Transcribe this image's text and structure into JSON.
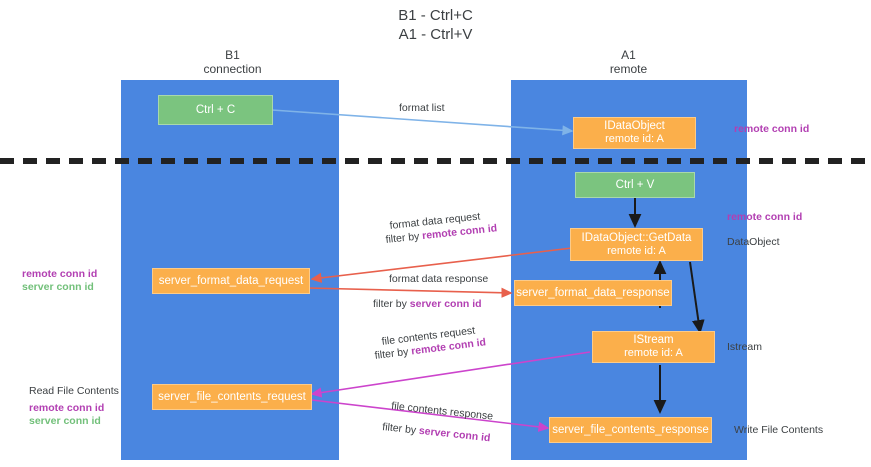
{
  "title": {
    "line1": "B1 - Ctrl+C",
    "line2": "A1 - Ctrl+V"
  },
  "columns": [
    {
      "name": "B1",
      "role": "connection"
    },
    {
      "name": "A1",
      "role": "remote"
    }
  ],
  "nodes": {
    "ctrl_c": {
      "line1": "Ctrl + C",
      "line2": ""
    },
    "idataobject": {
      "line1": "IDataObject",
      "line2": "remote id: A"
    },
    "ctrl_v": {
      "line1": "Ctrl + V",
      "line2": ""
    },
    "idataobject_getdata": {
      "line1": "IDataObject::GetData",
      "line2": "remote id: A"
    },
    "server_format_data_request": {
      "line1": "server_format_data_request",
      "line2": ""
    },
    "server_format_data_response": {
      "line1": "server_format_data_response",
      "line2": ""
    },
    "istream": {
      "line1": "IStream",
      "line2": "remote id: A"
    },
    "server_file_contents_request": {
      "line1": "server_file_contents_request",
      "line2": ""
    },
    "server_file_contents_response": {
      "line1": "server_file_contents_response",
      "line2": ""
    }
  },
  "edge_labels": {
    "format_list": {
      "text": "format list"
    },
    "format_data_request": {
      "text": "format data request"
    },
    "filter_by_remote_1": {
      "prefix": "filter by ",
      "key": "remote conn id"
    },
    "format_data_response": {
      "text": "format data response"
    },
    "filter_by_server_1": {
      "prefix": "filter by ",
      "key": "server conn id"
    },
    "file_contents_request": {
      "text": "file contents request"
    },
    "filter_by_remote_2": {
      "prefix": "filter by ",
      "key": "remote conn id"
    },
    "file_contents_response": {
      "text": "file contents response"
    },
    "filter_by_server_2": {
      "prefix": "filter by ",
      "key": "server conn id"
    }
  },
  "annotations": {
    "right_remote_conn_id_top": "remote conn id",
    "right_remote_conn_id_mid": "remote conn id",
    "right_dataobject": "DataObject",
    "right_istream": "Istream",
    "right_write_file_contents": "Write File Contents",
    "left_remote_conn_id_top": "remote conn id",
    "left_server_conn_id_top": "server conn id",
    "left_read_file_contents": "Read File Contents",
    "left_remote_conn_id_bottom": "remote conn id",
    "left_server_conn_id_bottom": "server conn id"
  },
  "colors": {
    "lane": "#4a86e0",
    "green_node": "#7bc47f",
    "orange_node": "#fbaf4b",
    "remote_conn": "#b23fb2",
    "server_conn": "#72c07a",
    "arrow_blue": "#7fb3e8",
    "arrow_red": "#e8604c",
    "arrow_magenta": "#cc44cc",
    "arrow_black": "#1a1a1a",
    "divider": "#222222",
    "background": "#ffffff"
  }
}
